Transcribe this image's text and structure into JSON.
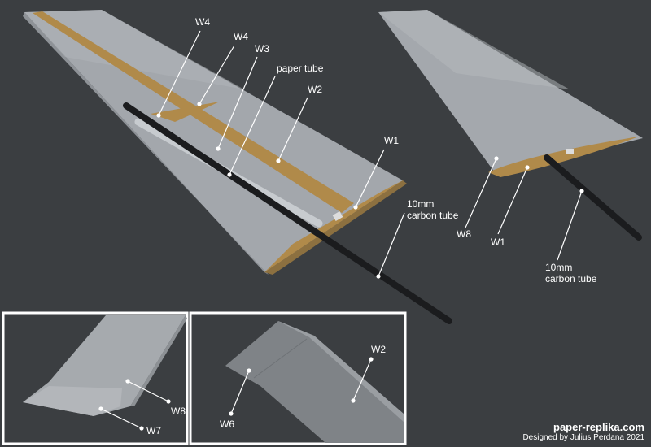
{
  "main_wing": {
    "labels": {
      "w4a": "W4",
      "w4b": "W4",
      "w3": "W3",
      "paper_tube": "paper tube",
      "w2": "W2",
      "w1": "W1",
      "carbon_tube_1": "10mm",
      "carbon_tube_2": "carbon tube"
    }
  },
  "right_wing": {
    "labels": {
      "w8": "W8",
      "w1": "W1",
      "carbon_tube_1": "10mm",
      "carbon_tube_2": "carbon tube"
    }
  },
  "inset_left": {
    "labels": {
      "w8": "W8",
      "w7": "W7"
    }
  },
  "inset_right": {
    "labels": {
      "w2": "W2",
      "w6": "W6"
    }
  },
  "credit": {
    "site": "paper-replika.com",
    "designer": "Designed by Julius Perdana 2021"
  },
  "colors": {
    "background": "#3b3e41",
    "wing": "#a4a8ad",
    "spar": "#b08a4a",
    "carbon": "#1b1c1e"
  }
}
